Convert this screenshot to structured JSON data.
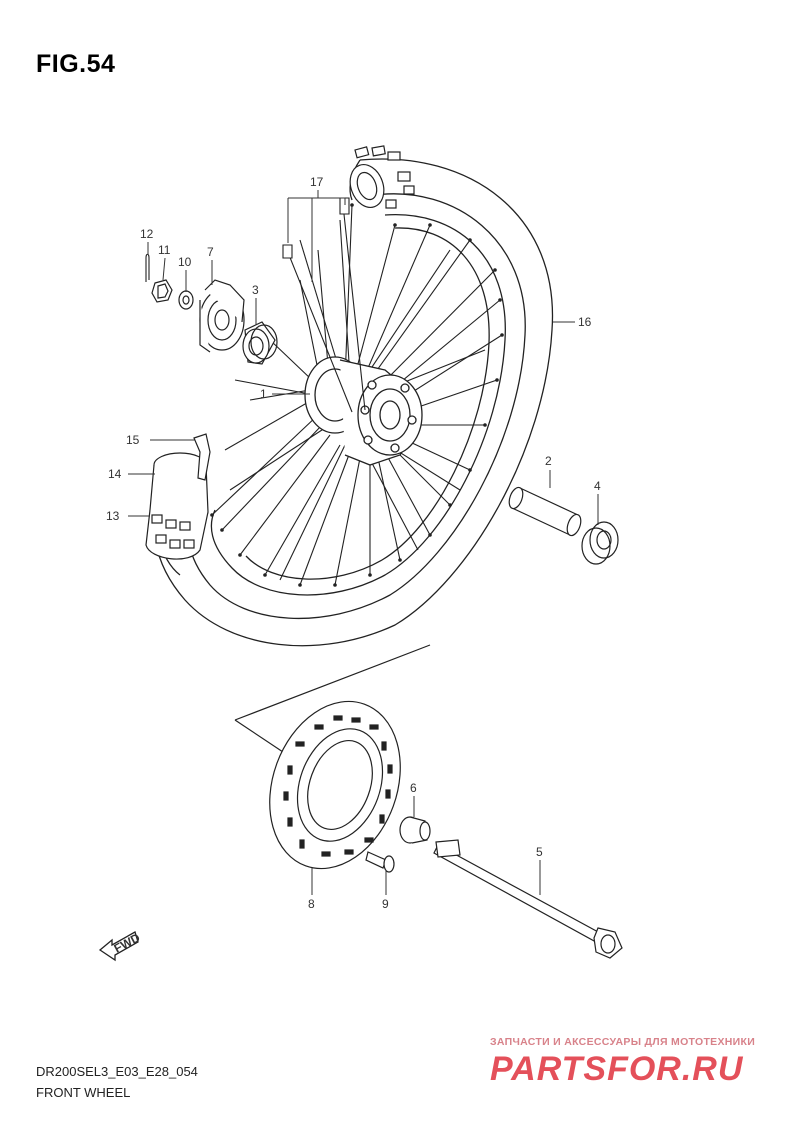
{
  "figure": {
    "title": "FIG.54",
    "model_code": "DR200SEL3_E03_E28_054",
    "subtitle": "FRONT WHEEL"
  },
  "part_labels": [
    {
      "id": "hub",
      "number": "1"
    },
    {
      "id": "spacer",
      "number": "2"
    },
    {
      "id": "bearing-left",
      "number": "3"
    },
    {
      "id": "bearing-right",
      "number": "4"
    },
    {
      "id": "axle",
      "number": "5"
    },
    {
      "id": "collar",
      "number": "6"
    },
    {
      "id": "speedometer-gearbox",
      "number": "7"
    },
    {
      "id": "brake-disc",
      "number": "8"
    },
    {
      "id": "disc-bolt",
      "number": "9"
    },
    {
      "id": "washer",
      "number": "10"
    },
    {
      "id": "nut",
      "number": "11"
    },
    {
      "id": "cotter-pin",
      "number": "12"
    },
    {
      "id": "rim-lock",
      "number": "13"
    },
    {
      "id": "rim-band",
      "number": "14"
    },
    {
      "id": "valve-cap",
      "number": "15"
    },
    {
      "id": "rim",
      "number": "16"
    },
    {
      "id": "spoke-set",
      "number": "17"
    }
  ],
  "badges": {
    "fwd": "FWD"
  },
  "watermark": {
    "tagline": "ЗАПЧАСТИ И АКСЕССУАРЫ ДЛЯ МОТОТЕХНИКИ",
    "logo": "PARTSFOR.RU"
  }
}
